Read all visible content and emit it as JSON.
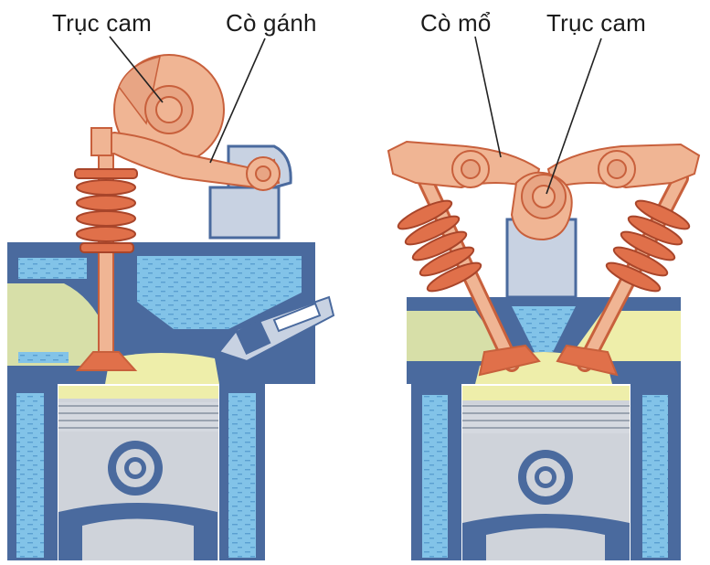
{
  "labels": {
    "left_camshaft": "Trục cam",
    "left_rocker_lever": "Cò gánh",
    "right_rocker_arm": "Cò mổ",
    "right_camshaft": "Trục cam"
  },
  "colors": {
    "metal": "#f0b594",
    "metal_dark": "#c8603c",
    "spring": "#e0704a",
    "water": "#7fc1e6",
    "block": "#4a6a9e",
    "block_light": "#c8d2e2",
    "gas": "#eeeeaa",
    "piston": "#cfd3da",
    "green_head": "#d7dfa8"
  }
}
